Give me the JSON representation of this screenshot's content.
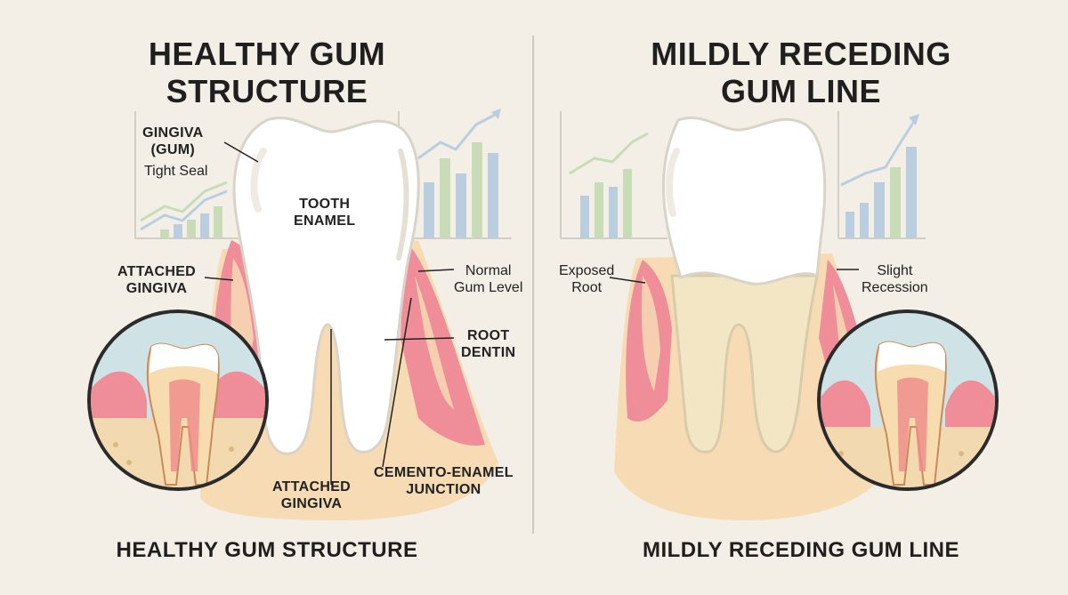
{
  "left_panel": {
    "title": "HEALTHY GUM\nSTRUCTURE",
    "caption": "HEALTHY GUM STRUCTURE",
    "labels": {
      "gingiva": "GINGIVA\n(GUM)",
      "tight_seal": "Tight Seal",
      "tooth_enamel": "TOOTH\nENAMEL",
      "attached_gingiva_left": "ATTACHED\nGINGIVA",
      "normal_gum_level": "Normal\nGum Level",
      "root_dentin": "ROOT\nDENTIN",
      "attached_gingiva_bottom": "ATTACHED\nGINGIVA",
      "cej": "CEMENTO-ENAMEL\nJUNCTION"
    }
  },
  "right_panel": {
    "title": "MILDLY RECEDING\nGUM LINE",
    "caption": "MILDLY RECEDING GUM LINE",
    "labels": {
      "exposed_root": "Exposed\nRoot",
      "slight_recession": "Slight\nRecession"
    }
  },
  "colors": {
    "background": "#f3efe7",
    "gum": "#ef8e98",
    "gum_dark": "#e36a77",
    "bone": "#f6dbb4",
    "enamel": "#ffffff",
    "root": "#f3e6c5",
    "inset_bg": "#cfe3e6",
    "chart_green": "#b9d6a8",
    "chart_blue": "#a9c4dd"
  }
}
